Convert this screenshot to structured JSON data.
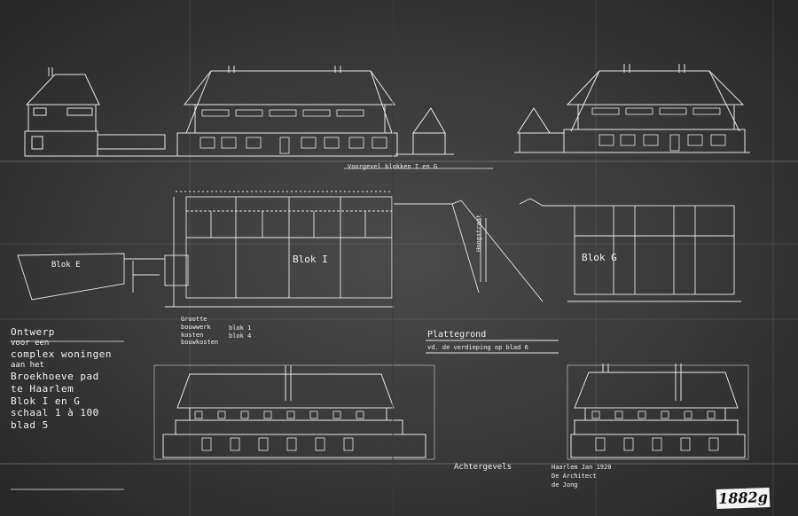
{
  "labels": {
    "elevation_caption": "Voorgevel blokken I en G",
    "block_i": "Blok I",
    "block_g": "Blok G",
    "block_left": "Blok E",
    "street_label": "Hoogstraat",
    "plan_caption": "Plattegrond",
    "plan_sub": "vd. de verdieping op blad 6",
    "rear_caption": "Achtergevels",
    "legend": [
      "Grootte",
      "bouwwerk",
      "kosten",
      "bouwkosten",
      "blok 1",
      "blok 4"
    ]
  },
  "title_block": {
    "line1": "Ontwerp",
    "line2": "voor een",
    "line3": "complex woningen",
    "line4": "aan het",
    "line5": "Broekhoeve pad",
    "line6": "te Haarlem",
    "line7": "Blok I en G",
    "line8": "schaal 1 à 100",
    "line9": "blad 5"
  },
  "signature_block": {
    "line1": "Haarlem Jan 1920",
    "line2": "De Architect",
    "line3": "de Jong"
  },
  "stamp": "1882g"
}
